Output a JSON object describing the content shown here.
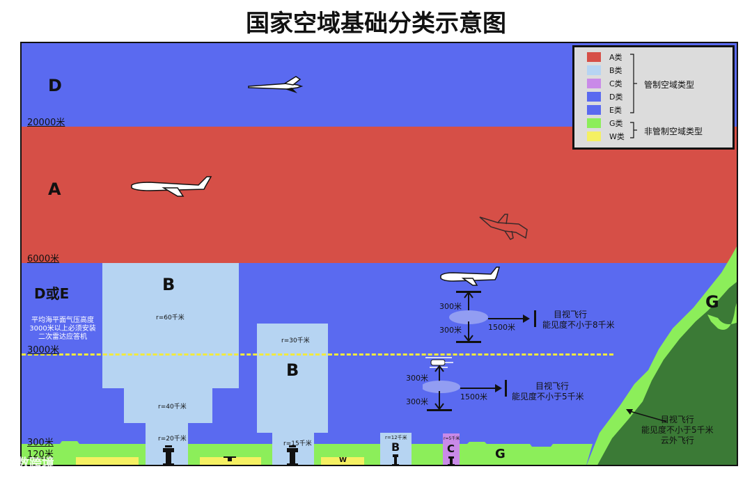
{
  "title": "国家空域基础分类示意图",
  "colors": {
    "A": "#d64f47",
    "B": "#b6d4f2",
    "C": "#c98ae8",
    "D": "#5a6af0",
    "E": "#5a6af0",
    "G": "#8cee5a",
    "W": "#f5f062",
    "terrain": "#3b7a36"
  },
  "zones": {
    "d_top": "D",
    "a_mid": "A",
    "d_or_e": "D或E",
    "g_right": "G",
    "b_left": "B",
    "b_mid": "B",
    "b_small": "B",
    "c_small": "C",
    "g_ground": "G",
    "w_ground": "W"
  },
  "altitudes": {
    "a20000": "20000米",
    "a6000": "6000米",
    "a3000": "3000米",
    "a300": "300米",
    "a120": "120米"
  },
  "radii": {
    "r60": "r=60千米",
    "r40": "r=40千米",
    "r20": "r=20千米",
    "r30": "r=30千米",
    "r15": "r=15千米",
    "r12": "r=12千米",
    "r5": "r=5千米"
  },
  "note_3000": [
    "平均海平面气压高度",
    "3000米以上必须安装",
    "二次雷达应答机"
  ],
  "vfr_upper": {
    "above": "300米",
    "below": "300米",
    "horizontal": "1500米",
    "line1": "目视飞行",
    "line2": "能见度不小于8千米"
  },
  "vfr_lower": {
    "above": "300米",
    "below": "300米",
    "horizontal": "1500米",
    "line1": "目视飞行",
    "line2": "能见度不小于5千米"
  },
  "vfr_g": {
    "line1": "目视飞行",
    "line2": "能见度不小于5千米",
    "line3": "云外飞行"
  },
  "legend": {
    "items": [
      {
        "key": "A",
        "label": "A类"
      },
      {
        "key": "B",
        "label": "B类"
      },
      {
        "key": "C",
        "label": "C类"
      },
      {
        "key": "D",
        "label": "D类"
      },
      {
        "key": "E",
        "label": "E类"
      },
      {
        "key": "G",
        "label": "G类"
      },
      {
        "key": "W",
        "label": "W类"
      }
    ],
    "controlled": "管制空域类型",
    "uncontrolled": "非管制空域类型"
  },
  "watermark": "大数跨境"
}
